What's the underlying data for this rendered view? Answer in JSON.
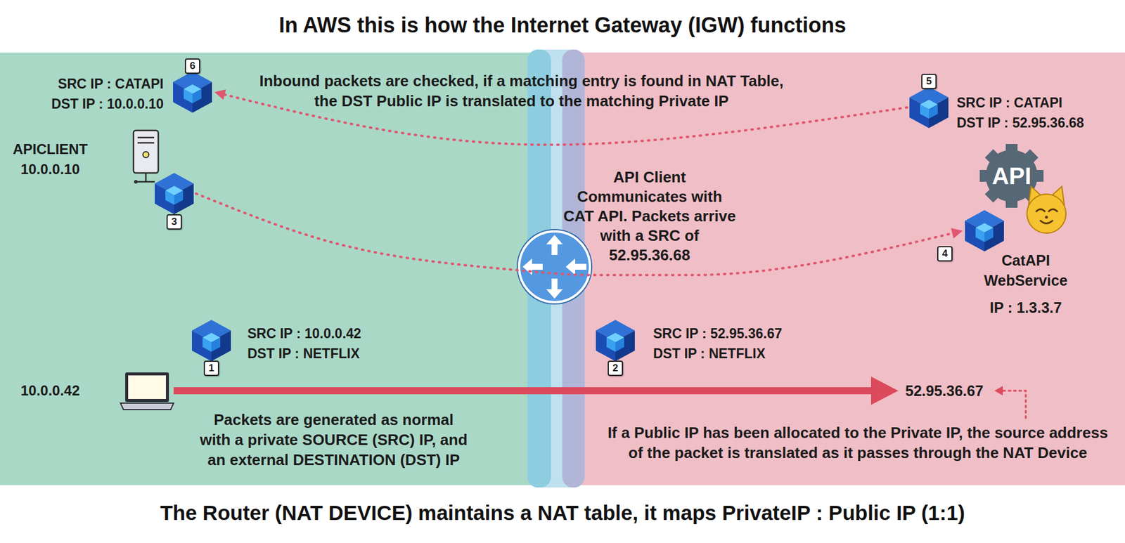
{
  "diagram": {
    "title": "In AWS this is how the Internet Gateway (IGW) functions",
    "caption": "The Router (NAT DEVICE) maintains a NAT table, it maps PrivateIP : Public IP (1:1)",
    "nodes": [
      {
        "text": [
          "6",
          "SRC IP : CATAPI",
          "DST IP : 10.0.0.10"
        ]
      },
      {
        "text": [
          "5",
          "SRC IP : CATAPI",
          "DST IP : 52.95.36.68"
        ]
      },
      {
        "text": [
          "APICLIENT",
          "10.0.0.10"
        ]
      },
      {
        "text": [
          "3"
        ]
      },
      {
        "text": [
          "4"
        ]
      },
      {
        "text": [
          "CatAPI WebService",
          "IP : 1.3.3.7"
        ]
      },
      {
        "text": [
          "1",
          "SRC IP : 10.0.0.42",
          "DST IP : NETFLIX"
        ]
      },
      {
        "text": [
          "2",
          "SRC IP : 52.95.36.67",
          "DST IP : NETFLIX"
        ]
      },
      {
        "text": [
          "10.0.0.42"
        ]
      },
      {
        "text": [
          "52.95.36.67"
        ]
      }
    ],
    "edges": [
      {
        "from": 3,
        "to": 4,
        "arrow": "to"
      },
      {
        "from": 1,
        "to": 0,
        "arrow": "to"
      },
      {
        "from": 8,
        "to": 9,
        "arrow": "to"
      }
    ],
    "labels": [
      "Inbound packets are checked, if a matching entry is found in NAT Table, the DST Public IP is translated to the matching Private IP",
      "API",
      "API Client Communicates with CAT API. Packets arrive with a SRC of 52.95.36.68",
      "Packets are generated as normal with a private SOURCE (SRC) IP, and an external DESTINATION (DST) IP",
      "If a Public IP has been allocated to the Private IP, the source address of the packet is translated as it passes through the NAT Device"
    ]
  }
}
